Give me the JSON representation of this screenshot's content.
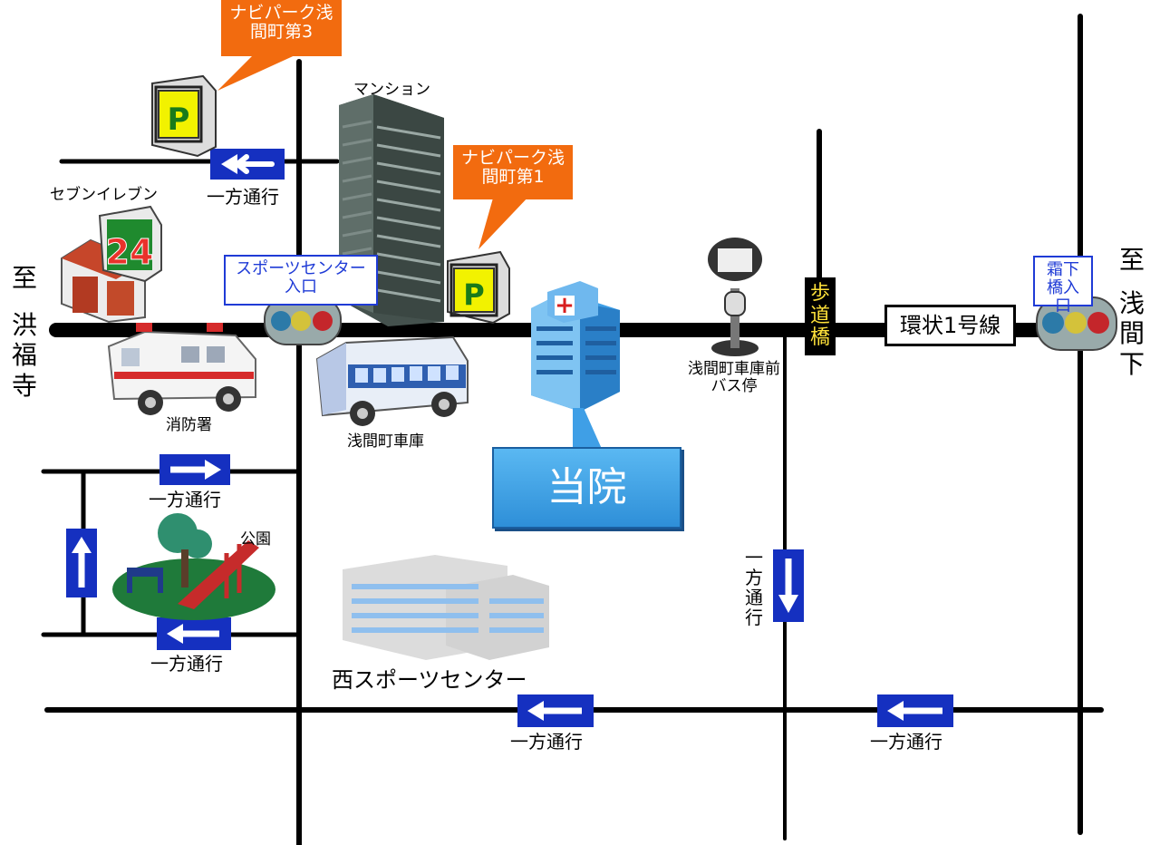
{
  "labels": {
    "one_way": "一方通行",
    "one_way_vertical": [
      "一",
      "方",
      "通",
      "行"
    ],
    "navipark_3": "ナビパーク浅間町第3",
    "navipark_1": "ナビパーク浅間町第1",
    "mansion": "マンション",
    "seven_eleven": "セブンイレブン",
    "seven_eleven_sign": "24",
    "sports_center_entrance": "スポーツセンター入口",
    "fire_station": "消防署",
    "bus_depot": "浅間町車庫",
    "bus_stop": "浅間町車庫前\nバス停",
    "pedestrian_bridge": [
      "歩",
      "道",
      "橋"
    ],
    "ring_road": "環状1号線",
    "shimoshimo_entrance": "霜下橋入口",
    "hospital": "当院",
    "park": "公園",
    "west_sports_center": "西スポーツセンター",
    "to_kozukuji": [
      "至",
      "洪",
      "福",
      "寺"
    ],
    "to_asamashita": [
      "至",
      "浅",
      "間",
      "下"
    ],
    "parking_letter": "P",
    "hospital_cross": "+"
  },
  "colors": {
    "road": "#000000",
    "one_way_sign": "#1530c0",
    "callout_orange": "#f26b0f",
    "entrance_blue": "#1f3bd6",
    "hospital_blue": "#3f9fe6",
    "parking_yellow": "#f2f200"
  },
  "icons": [
    "parking-icon",
    "convenience-store-icon",
    "traffic-light-icon",
    "ambulance-icon",
    "bus-icon",
    "apartment-building-icon",
    "hospital-building-icon",
    "bus-stop-icon",
    "park-icon",
    "sports-center-building-icon"
  ]
}
